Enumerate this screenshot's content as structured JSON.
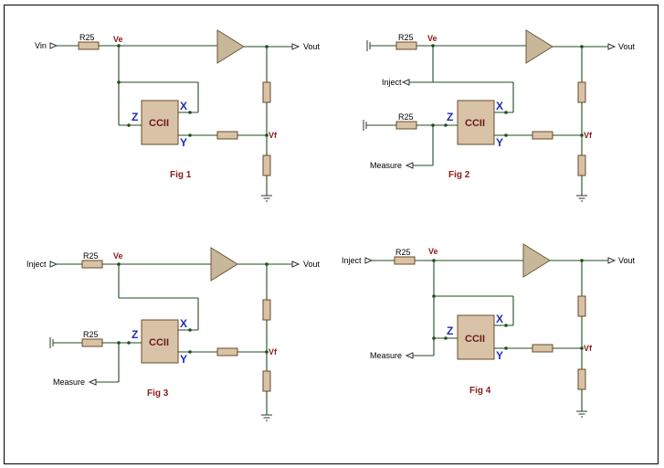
{
  "figures": [
    {
      "title": "Fig 1",
      "input_label": "Vin",
      "resistor_label": "R25",
      "ve_label": "Ve",
      "vout_label": "Vout",
      "vf_label": "Vf",
      "block_label": "CCII",
      "pin_x": "X",
      "pin_y": "Y",
      "pin_z": "Z"
    },
    {
      "title": "Fig 2",
      "resistor_top_label": "R25",
      "resistor_bottom_label": "R25",
      "ve_label": "Ve",
      "vout_label": "Vout",
      "vf_label": "Vf",
      "inject_label": "Inject",
      "measure_label": "Measure",
      "block_label": "CCII",
      "pin_x": "X",
      "pin_y": "Y",
      "pin_z": "Z"
    },
    {
      "title": "Fig 3",
      "input_label": "Inject",
      "resistor_top_label": "R25",
      "resistor_bottom_label": "R25",
      "ve_label": "Ve",
      "vout_label": "Vout",
      "vf_label": "Vf",
      "measure_label": "Measure",
      "block_label": "CCII",
      "pin_x": "X",
      "pin_y": "Y",
      "pin_z": "Z"
    },
    {
      "title": "Fig 4",
      "input_label": "Inject",
      "resistor_label": "R25",
      "ve_label": "Ve",
      "vout_label": "Vout",
      "vf_label": "Vf",
      "measure_label": "Measure",
      "block_label": "CCII",
      "pin_x": "X",
      "pin_y": "Y",
      "pin_z": "Z"
    }
  ]
}
